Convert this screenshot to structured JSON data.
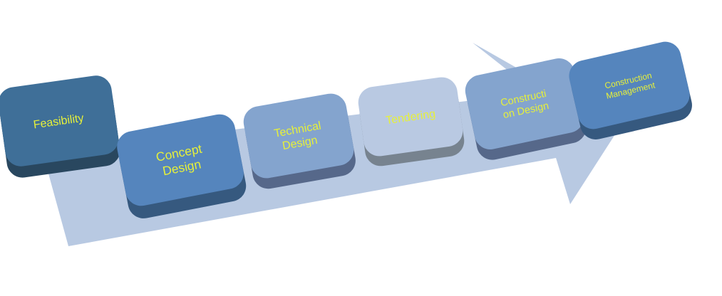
{
  "diagram": {
    "arrow": {
      "color": "#b8c9e2",
      "semantic": "process-arrow"
    },
    "steps": [
      {
        "lines": [
          "Feasibility"
        ],
        "face": "#3f6f98",
        "side": "#29475f"
      },
      {
        "lines": [
          "Concept",
          "Design"
        ],
        "face": "#5585bd",
        "side": "#36597f"
      },
      {
        "lines": [
          "Technical",
          "Design"
        ],
        "face": "#84a4ce",
        "side": "#56688a"
      },
      {
        "lines": [
          "Tendering"
        ],
        "face": "#b9c9e2",
        "side": "#77838f"
      },
      {
        "lines": [
          "Constructi",
          "on Design"
        ],
        "face": "#84a4ce",
        "side": "#56688a"
      },
      {
        "lines": [
          "Construction",
          "Management"
        ],
        "face": "#5585bd",
        "side": "#36597f"
      }
    ],
    "label_color": "#e6f03a"
  }
}
